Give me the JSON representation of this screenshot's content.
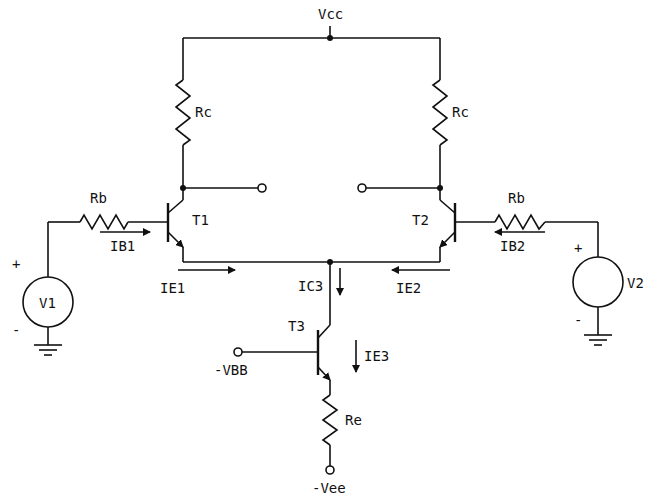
{
  "diagram": {
    "labels": [
      "Vcc",
      "Rc",
      "Rc",
      "Rb",
      "T1",
      "T2",
      "Rb",
      "IB1",
      "IB2",
      "IE1",
      "IE2",
      "IC3",
      "IE3",
      "T3",
      "-VBB",
      "Re",
      "-Vee",
      "V1",
      "+",
      "-",
      "V2",
      "+",
      "-"
    ]
  }
}
